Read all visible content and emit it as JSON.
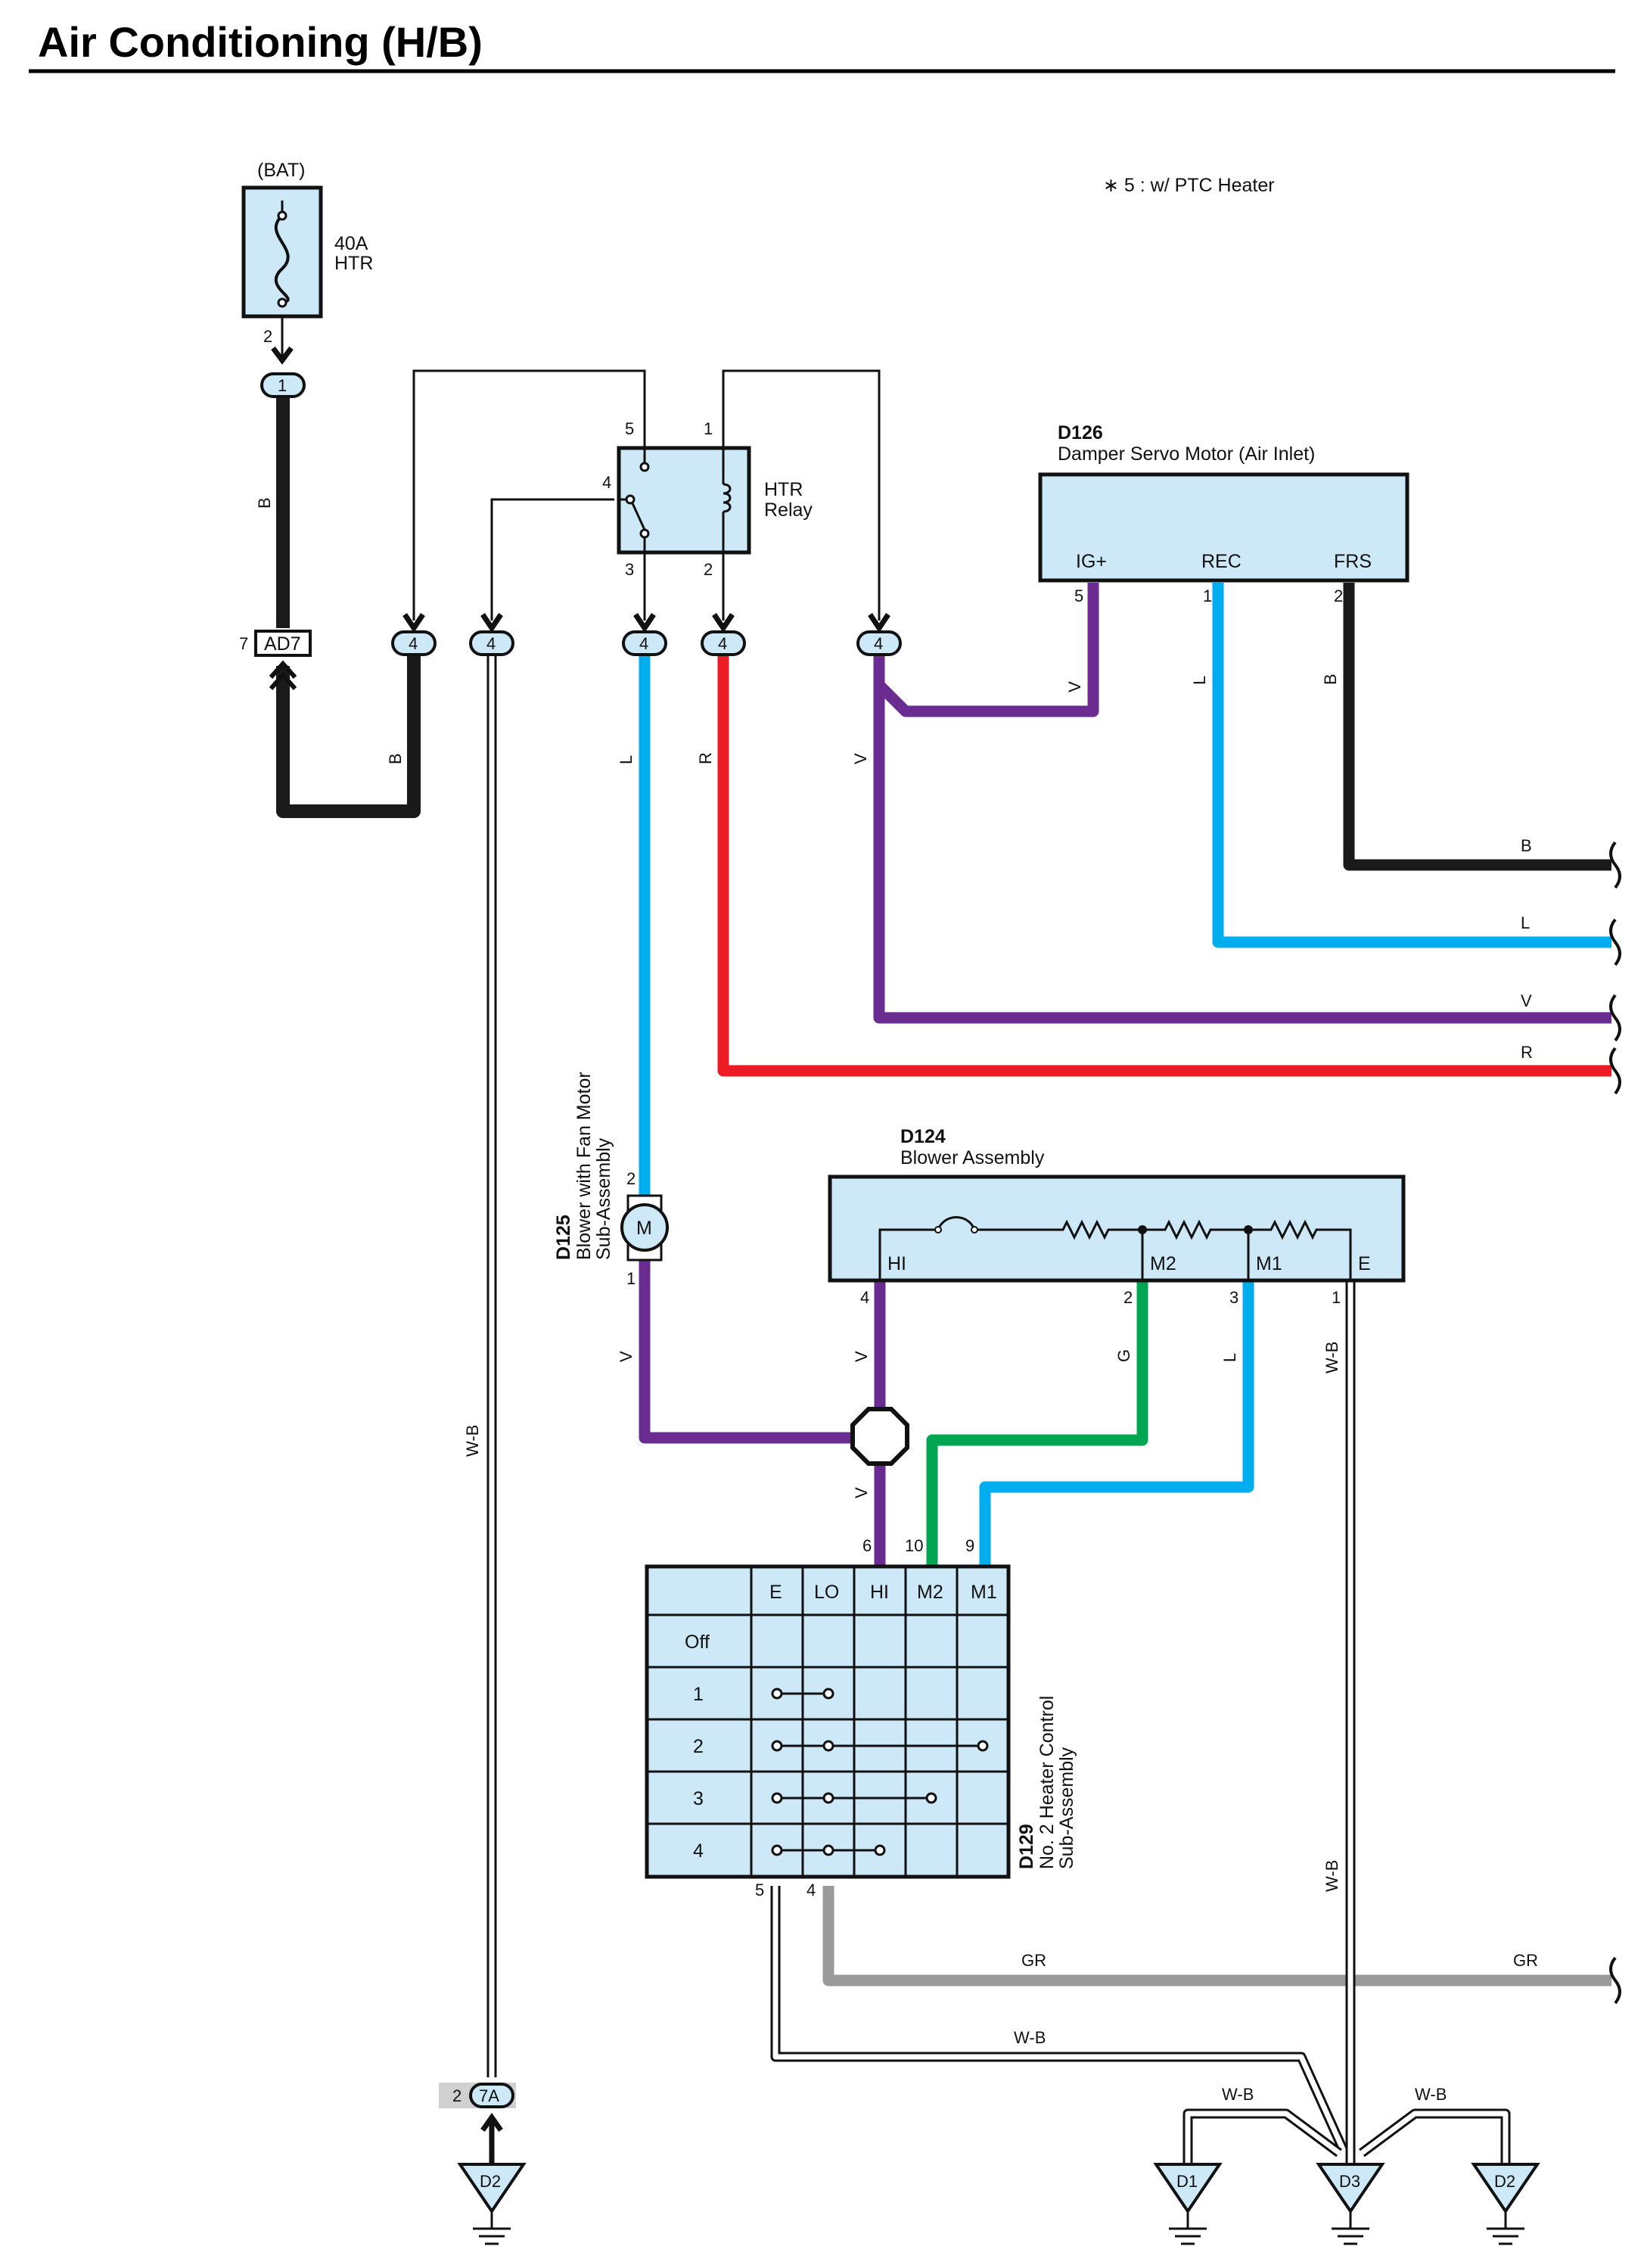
{
  "title": "Air Conditioning (H/B)",
  "note": "∗ 5 : w/ PTC Heater",
  "battery": {
    "label": "(BAT)",
    "fuse_amp": "40A",
    "fuse_name": "HTR",
    "pin": "2"
  },
  "relay": {
    "name_line1": "HTR",
    "name_line2": "Relay",
    "pins": [
      "5",
      "1",
      "4",
      "3",
      "2"
    ]
  },
  "junction_connectors": [
    "1",
    "4",
    "4",
    "4",
    "4",
    "4"
  ],
  "connector_ad7": {
    "name": "AD7",
    "pin": "7"
  },
  "connector_7a": {
    "name": "7A",
    "pin": "2"
  },
  "d126": {
    "id": "D126",
    "name": "Damper Servo Motor (Air Inlet)",
    "terminals": [
      "IG+",
      "REC",
      "FRS"
    ],
    "pins": [
      "5",
      "1",
      "2"
    ]
  },
  "d124": {
    "id": "D124",
    "name": "Blower Assembly",
    "terminals": [
      "HI",
      "M2",
      "M1",
      "E"
    ],
    "pins": [
      "4",
      "2",
      "3",
      "1"
    ]
  },
  "d125": {
    "id": "D125",
    "name_line1": "Blower with Fan Motor",
    "name_line2": "Sub-Assembly",
    "symbol": "M",
    "pins": [
      "2",
      "1"
    ]
  },
  "d129": {
    "id": "D129",
    "name_line1": "No. 2 Heater Control",
    "name_line2": "Sub-Assembly",
    "columns": [
      "E",
      "LO",
      "HI",
      "M2",
      "M1"
    ],
    "rows": [
      "Off",
      "1",
      "2",
      "3",
      "4"
    ],
    "pins_top": [
      "6",
      "10",
      "9"
    ],
    "pins_bottom": [
      "5",
      "4"
    ]
  },
  "grounds": [
    "D2",
    "D1",
    "D3",
    "D2"
  ],
  "wire_colors": {
    "B": "B",
    "L": "L",
    "R": "R",
    "V": "V",
    "G": "G",
    "GR": "GR",
    "WB": "W-B",
    "hex": {
      "black": "#1a1a1a",
      "blue": "#00aeef",
      "red": "#ed1c24",
      "violet": "#6b2c91",
      "green": "#00a651",
      "gray": "#9a9a9a",
      "fill": "#cde8f6"
    }
  }
}
